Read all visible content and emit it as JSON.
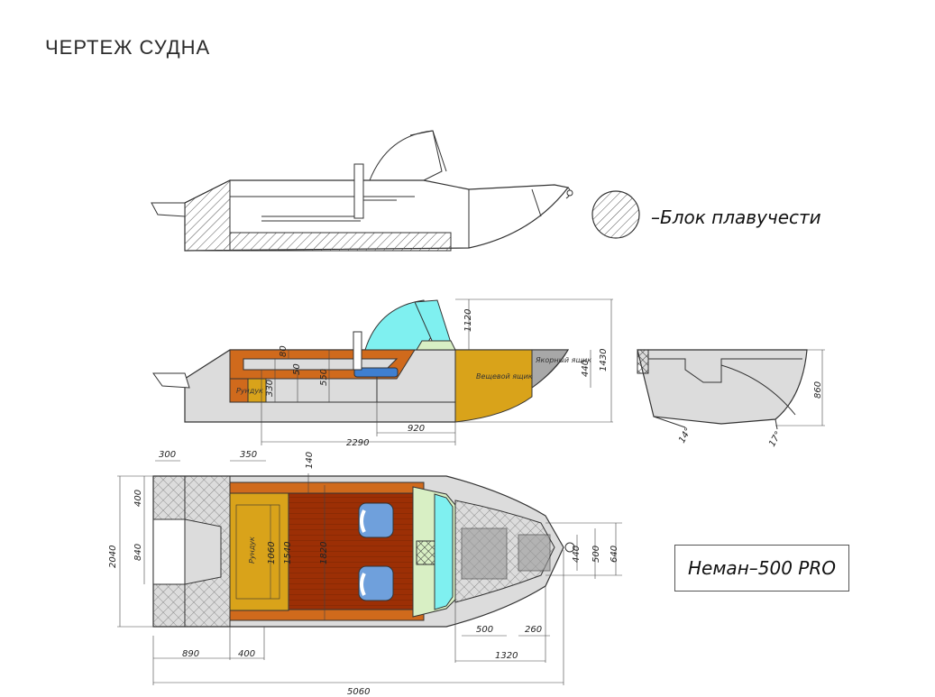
{
  "page": {
    "title": "ЧЕРТЕЖ СУДНА"
  },
  "legend": {
    "text": "–Блок плавучести"
  },
  "model": {
    "name": "Неман–500 PRO"
  },
  "labels": {
    "side_chest": "Рундук",
    "cargo_box": "Вещевой ящик",
    "anchor_box": "Якорный ящик",
    "top_chest": "Рундук"
  },
  "dimensions": {
    "side": [
      "1120",
      "1430",
      "440",
      "80",
      "50",
      "330",
      "550",
      "920",
      "2290"
    ],
    "front": [
      "860",
      "14°",
      "17°"
    ],
    "top": [
      "300",
      "350",
      "140",
      "400",
      "840",
      "2040",
      "1060",
      "1540",
      "1820",
      "440",
      "500",
      "640",
      "500",
      "260",
      "890",
      "400",
      "1320",
      "5060"
    ]
  },
  "colors": {
    "outline": "#333333",
    "hatch": "#555555",
    "floor_brown": "#9c2f05",
    "chest_yellow": "#d9a31a",
    "frame_orange": "#d06a1c",
    "glass_cyan": "#7ff0f0",
    "seat_blue": "#6fa0dc",
    "hull_grey": "#dcdcdc",
    "console_green": "#d8efc4"
  }
}
